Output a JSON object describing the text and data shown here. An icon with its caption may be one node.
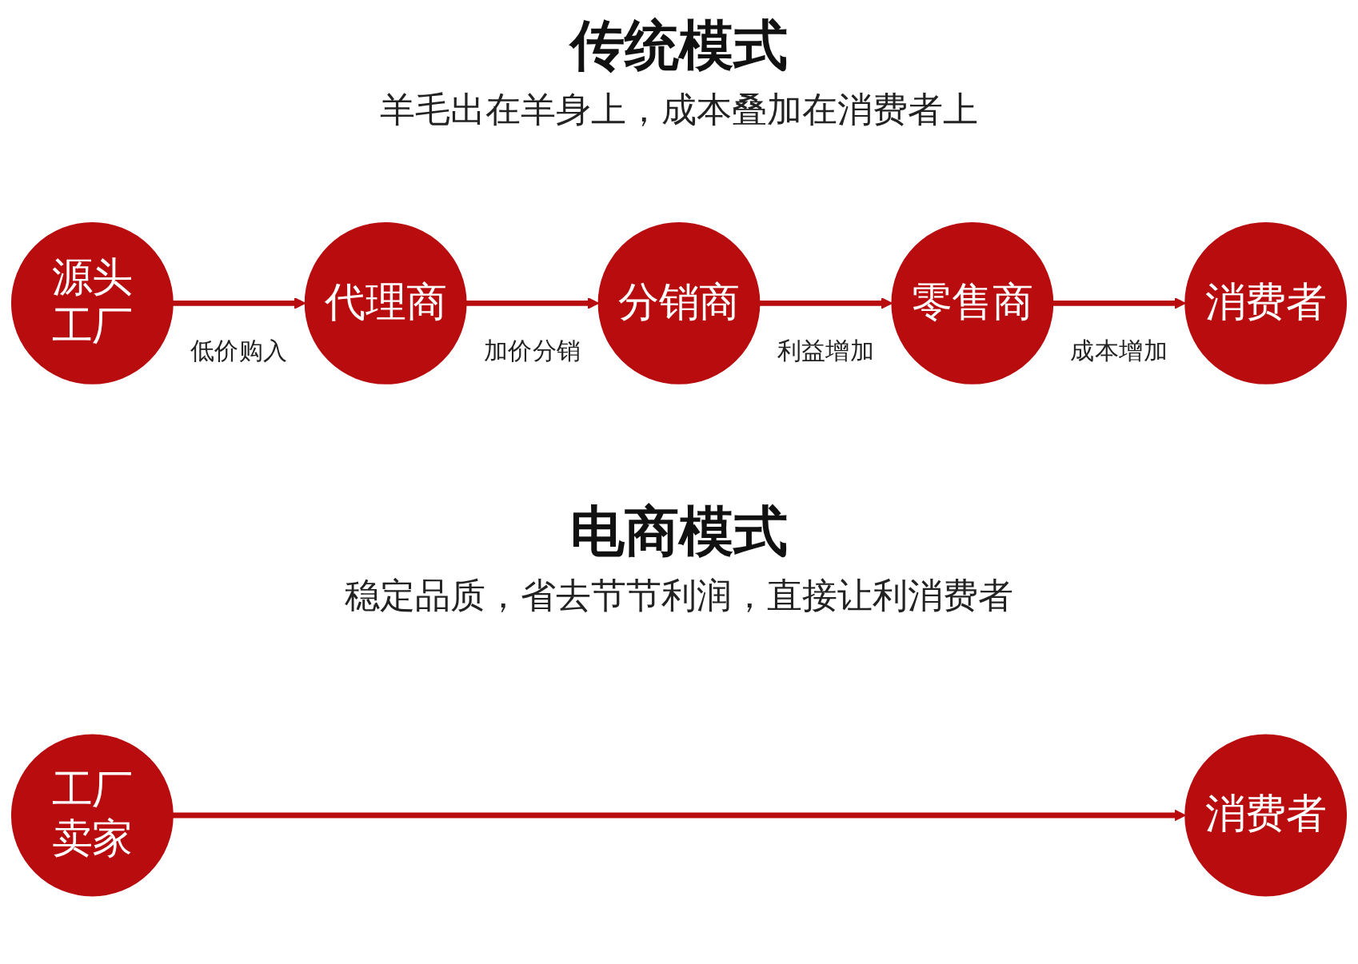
{
  "diagram": {
    "nodes": [
      {
        "text": [
          "源头工厂"
        ]
      },
      {
        "text": [
          "代理商"
        ]
      },
      {
        "text": [
          "分销商"
        ]
      },
      {
        "text": [
          "零售商"
        ]
      },
      {
        "text": [
          "消费者"
        ]
      },
      {
        "text": [
          "工厂卖家"
        ]
      },
      {
        "text": [
          "消费者"
        ]
      }
    ],
    "edges": [
      {
        "from": 0,
        "to": 1,
        "arrow": "to",
        "label": "低价购入"
      },
      {
        "from": 1,
        "to": 2,
        "arrow": "to",
        "label": "加价分销"
      },
      {
        "from": 2,
        "to": 3,
        "arrow": "to",
        "label": "利益增加"
      },
      {
        "from": 3,
        "to": 4,
        "arrow": "to",
        "label": "成本增加"
      },
      {
        "from": 5,
        "to": 6,
        "arrow": "to"
      }
    ],
    "labels": [
      "传统模式",
      "羊毛出在羊身上，成本叠加在消费者上",
      "电商模式",
      "稳定品质，省去节节利润，直接让利消费者"
    ]
  }
}
